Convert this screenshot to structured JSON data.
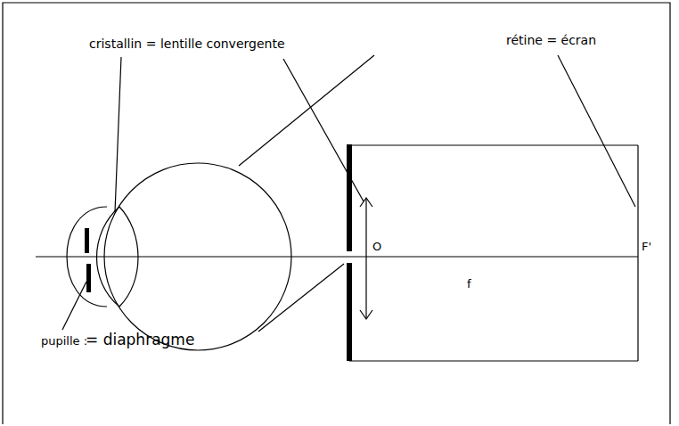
{
  "diagram": {
    "labels": [
      "cristallin = lentille convergente",
      "rétine = écran",
      "O",
      "F'",
      "f",
      "pupille :",
      "= diaphragme"
    ]
  }
}
